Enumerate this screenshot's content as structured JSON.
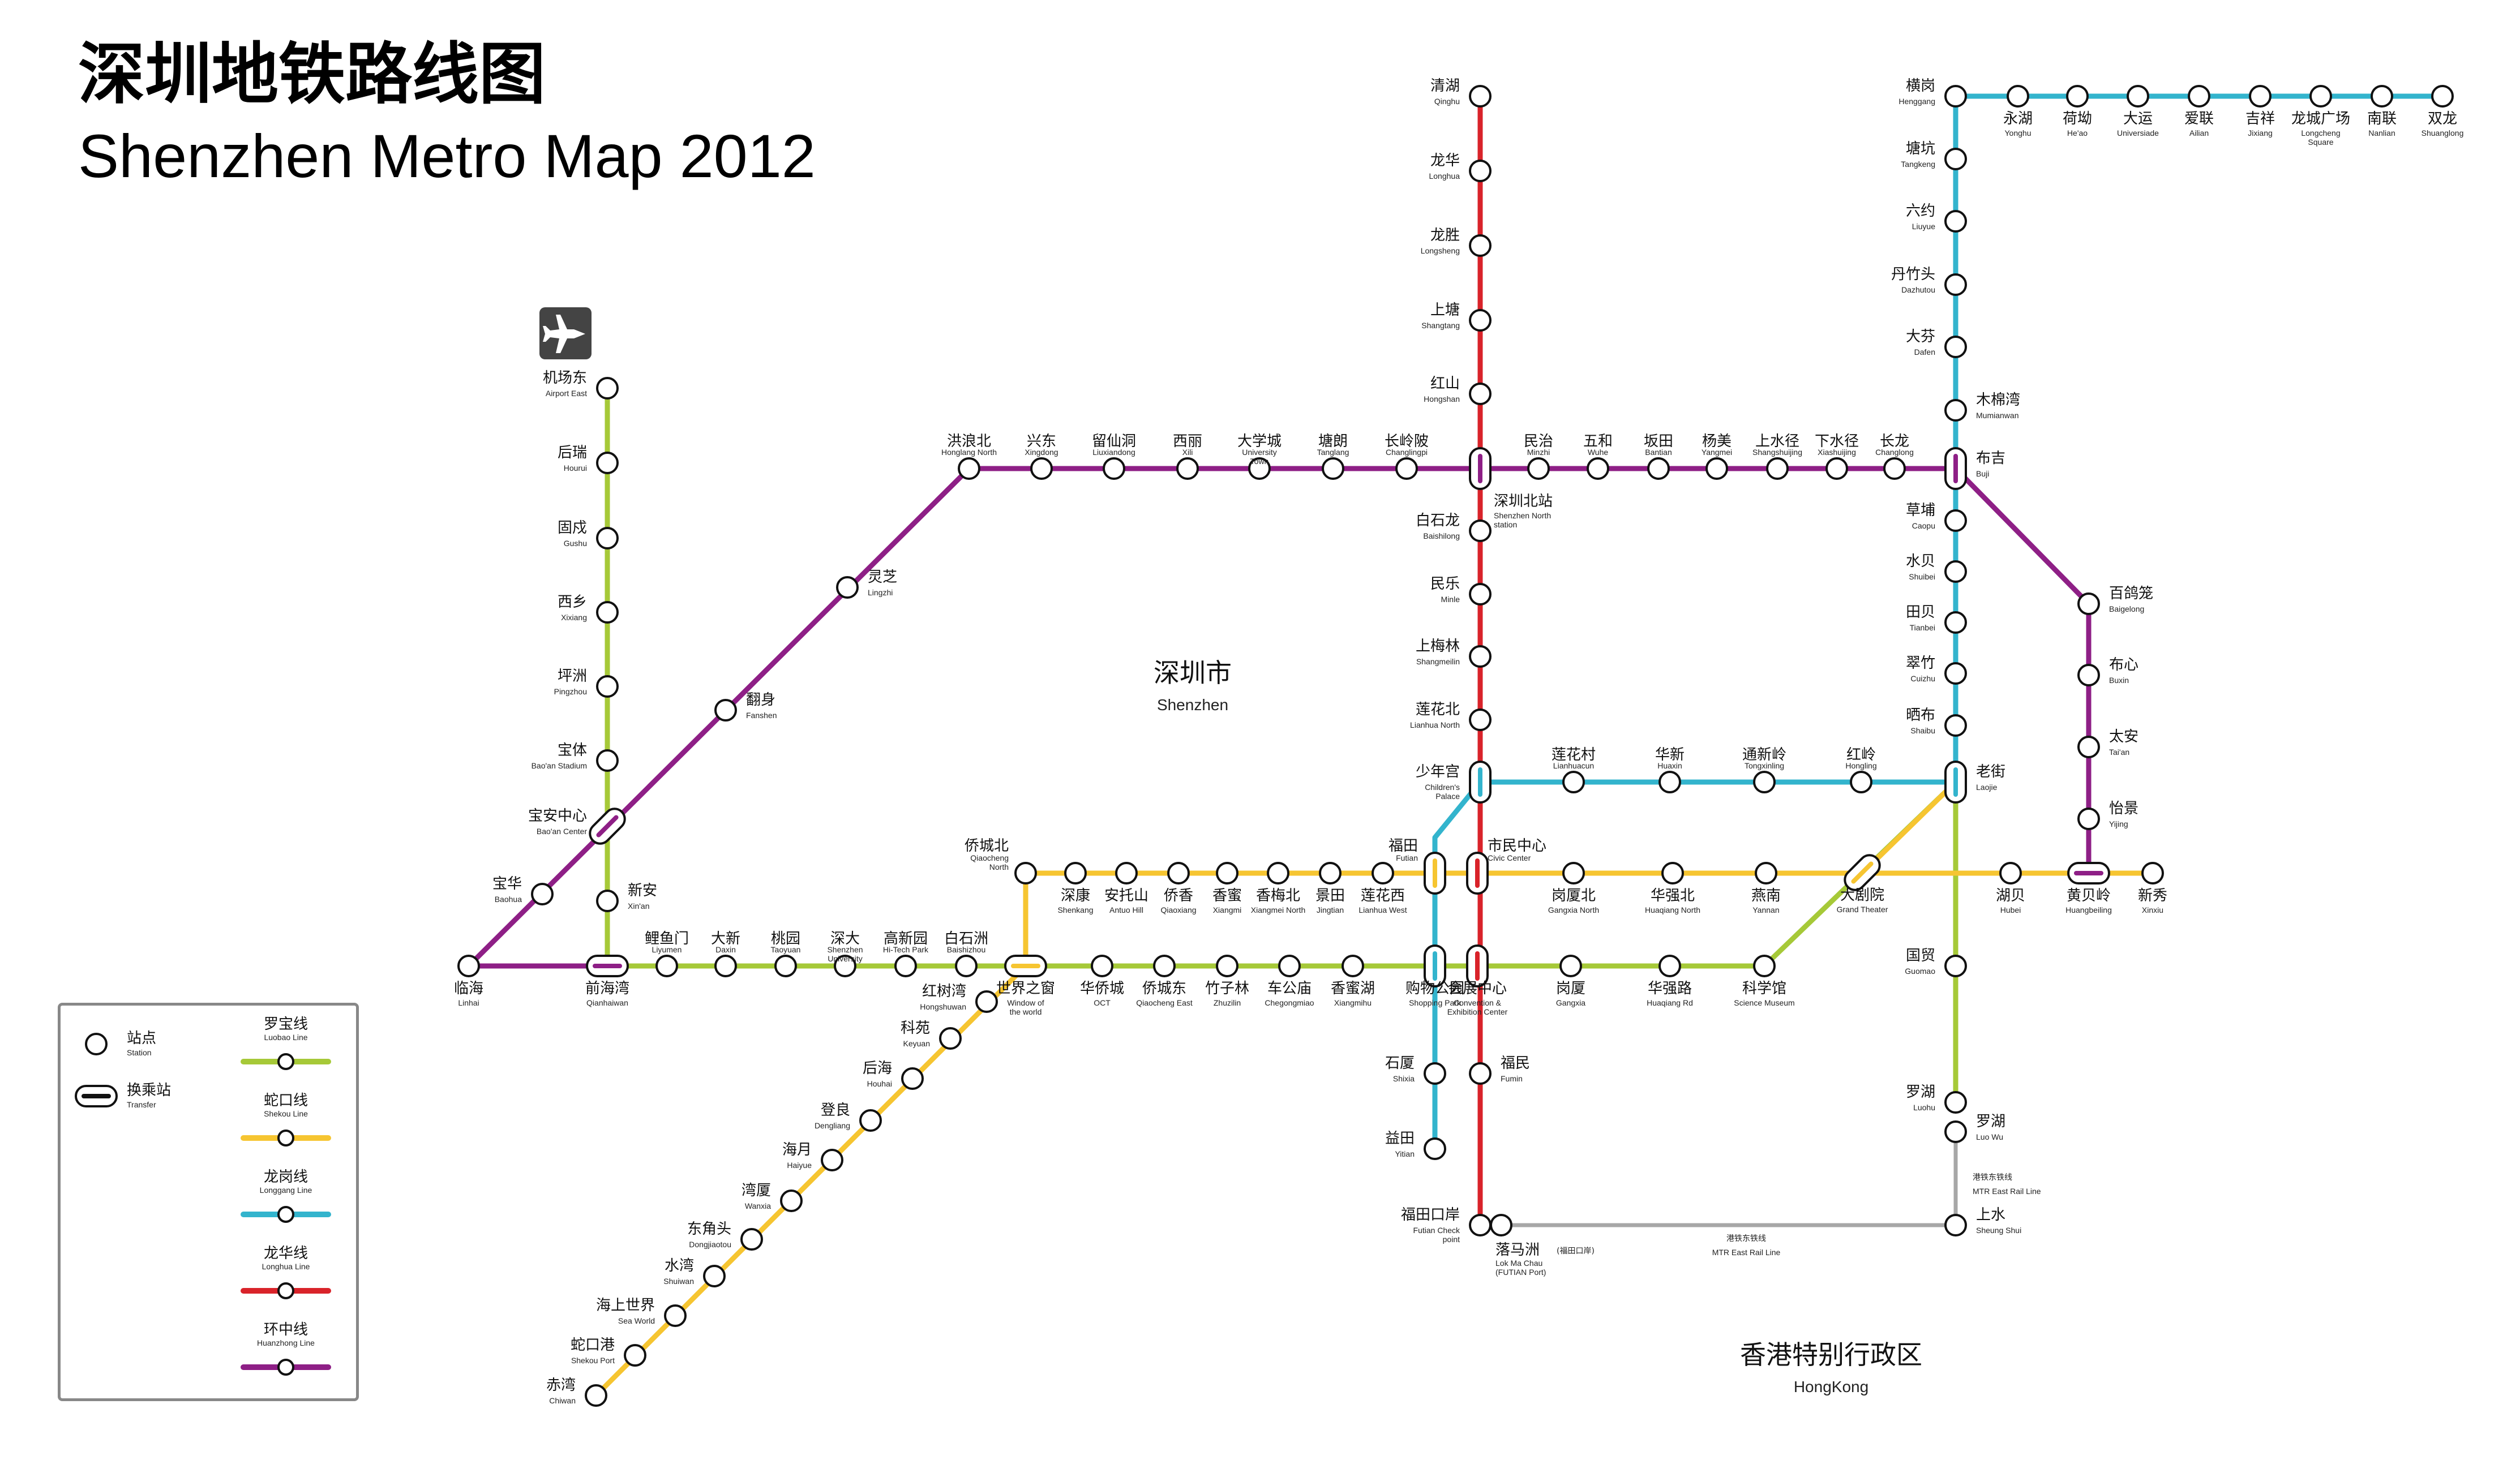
{
  "title": {
    "zh": "深圳地铁路线图",
    "en": "Shenzhen Metro Map 2012"
  },
  "colors": {
    "luobao": "#a6c938",
    "shekou": "#f6c531",
    "longgang": "#33b4cd",
    "longhua": "#d9232a",
    "huanzhong": "#8e1f86",
    "mtr": "#a7a7a7",
    "airport_bg": "#444444"
  },
  "regions": {
    "shenzhen": {
      "zh": "深圳市",
      "en": "Shenzhen"
    },
    "hongkong": {
      "zh": "香港特别行政区",
      "en": "HongKong"
    }
  },
  "mtr_label": {
    "zh": "港铁东铁线",
    "en": "MTR East Rail Line"
  },
  "legend": {
    "station": {
      "zh": "站点",
      "en": "Station"
    },
    "transfer": {
      "zh": "换乘站",
      "en": "Transfer"
    },
    "lines": [
      {
        "zh": "罗宝线",
        "en": "Luobao Line",
        "color": "luobao"
      },
      {
        "zh": "蛇口线",
        "en": "Shekou Line",
        "color": "shekou"
      },
      {
        "zh": "龙岗线",
        "en": "Longgang Line",
        "color": "longgang"
      },
      {
        "zh": "龙华线",
        "en": "Longhua Line",
        "color": "longhua"
      },
      {
        "zh": "环中线",
        "en": "Huanzhong Line",
        "color": "huanzhong"
      }
    ]
  },
  "airport_icon": "airplane-icon",
  "stations": [
    {
      "id": "jichangdong",
      "zh": "机场东",
      "en": "Airport East"
    },
    {
      "id": "hourui",
      "zh": "后瑞",
      "en": "Hourui"
    },
    {
      "id": "gushu",
      "zh": "固戍",
      "en": "Gushu"
    },
    {
      "id": "xixiang",
      "zh": "西乡",
      "en": "Xixiang"
    },
    {
      "id": "pingzhou",
      "zh": "坪洲",
      "en": "Pingzhou"
    },
    {
      "id": "baoti",
      "zh": "宝体",
      "en": "Bao'an Stadium"
    },
    {
      "id": "baoanzhongxin",
      "zh": "宝安中心",
      "en": "Bao'an Center"
    },
    {
      "id": "xinan",
      "zh": "新安",
      "en": "Xin'an"
    },
    {
      "id": "baohua",
      "zh": "宝华",
      "en": "Baohua"
    },
    {
      "id": "linhai",
      "zh": "临海",
      "en": "Linhai"
    },
    {
      "id": "qianhaiwan",
      "zh": "前海湾",
      "en": "Qianhaiwan"
    },
    {
      "id": "fanshen",
      "zh": "翻身",
      "en": "Fanshen"
    },
    {
      "id": "lingzhi",
      "zh": "灵芝",
      "en": "Lingzhi"
    },
    {
      "id": "liyumen",
      "zh": "鲤鱼门",
      "en": "Liyumen"
    },
    {
      "id": "daxin",
      "zh": "大新",
      "en": "Daxin"
    },
    {
      "id": "taoyuan",
      "zh": "桃园",
      "en": "Taoyuan"
    },
    {
      "id": "shenda",
      "zh": "深大",
      "en": "Shenzhen University"
    },
    {
      "id": "gaoxinyuan",
      "zh": "高新园",
      "en": "Hi-Tech Park"
    },
    {
      "id": "baishizhou",
      "zh": "白石洲",
      "en": "Baishizhou"
    },
    {
      "id": "shijiezhichuang",
      "zh": "世界之窗",
      "en": "Window of the world"
    },
    {
      "id": "huaqiaocheng",
      "zh": "华侨城",
      "en": "OCT"
    },
    {
      "id": "qiaochengdong",
      "zh": "侨城东",
      "en": "Qiaocheng East"
    },
    {
      "id": "zhuzilin",
      "zh": "竹子林",
      "en": "Zhuzilin"
    },
    {
      "id": "chegongmiao",
      "zh": "车公庙",
      "en": "Chegongmiao"
    },
    {
      "id": "xiangmihu",
      "zh": "香蜜湖",
      "en": "Xiangmihu"
    },
    {
      "id": "gouwugongyuan",
      "zh": "购物公园",
      "en": "Shopping Park"
    },
    {
      "id": "huizhanzhongxin",
      "zh": "会展中心",
      "en": "Convention & Exhibition Center"
    },
    {
      "id": "gangxia",
      "zh": "岗厦",
      "en": "Gangxia"
    },
    {
      "id": "huaqianglu",
      "zh": "华强路",
      "en": "Huaqiang Rd"
    },
    {
      "id": "kexueguan",
      "zh": "科学馆",
      "en": "Science Museum"
    },
    {
      "id": "dajuyuan",
      "zh": "大剧院",
      "en": "Grand Theater"
    },
    {
      "id": "laojie",
      "zh": "老街",
      "en": "Laojie"
    },
    {
      "id": "guomao",
      "zh": "国贸",
      "en": "Guomao"
    },
    {
      "id": "luohu",
      "zh": "罗湖",
      "en": "Luohu"
    },
    {
      "id": "hongshuwan",
      "zh": "红树湾",
      "en": "Hongshuwan"
    },
    {
      "id": "keyuan",
      "zh": "科苑",
      "en": "Keyuan"
    },
    {
      "id": "houhai",
      "zh": "后海",
      "en": "Houhai"
    },
    {
      "id": "dengliang",
      "zh": "登良",
      "en": "Dengliang"
    },
    {
      "id": "haiyue",
      "zh": "海月",
      "en": "Haiyue"
    },
    {
      "id": "wanxia",
      "zh": "湾厦",
      "en": "Wanxia"
    },
    {
      "id": "dongjiaotou",
      "zh": "东角头",
      "en": "Dongjiaotou"
    },
    {
      "id": "shuiwan",
      "zh": "水湾",
      "en": "Shuiwan"
    },
    {
      "id": "haishangshijie",
      "zh": "海上世界",
      "en": "Sea World"
    },
    {
      "id": "shekougang",
      "zh": "蛇口港",
      "en": "Shekou Port"
    },
    {
      "id": "chiwan",
      "zh": "赤湾",
      "en": "Chiwan"
    },
    {
      "id": "qiaochengbei",
      "zh": "侨城北",
      "en": "Qiaocheng North"
    },
    {
      "id": "shenkang",
      "zh": "深康",
      "en": "Shenkang"
    },
    {
      "id": "antuoshan",
      "zh": "安托山",
      "en": "Antuo Hill"
    },
    {
      "id": "qiaoxiang",
      "zh": "侨香",
      "en": "Qiaoxiang"
    },
    {
      "id": "xiangmi",
      "zh": "香蜜",
      "en": "Xiangmi"
    },
    {
      "id": "xiangmeibei",
      "zh": "香梅北",
      "en": "Xiangmei North"
    },
    {
      "id": "jingtian",
      "zh": "景田",
      "en": "Jingtian"
    },
    {
      "id": "lianhuaxi",
      "zh": "莲花西",
      "en": "Lianhua West"
    },
    {
      "id": "futian",
      "zh": "福田",
      "en": "Futian"
    },
    {
      "id": "shiminzhongxin",
      "zh": "市民中心",
      "en": "Civic Center"
    },
    {
      "id": "gangxiabei",
      "zh": "岗厦北",
      "en": "Gangxia North"
    },
    {
      "id": "huaqiangbei",
      "zh": "华强北",
      "en": "Huaqiang North"
    },
    {
      "id": "yannan",
      "zh": "燕南",
      "en": "Yannan"
    },
    {
      "id": "hubei",
      "zh": "湖贝",
      "en": "Hubei"
    },
    {
      "id": "huangbeiling",
      "zh": "黄贝岭",
      "en": "Huangbeiling"
    },
    {
      "id": "xinxiu",
      "zh": "新秀",
      "en": "Xinxiu"
    },
    {
      "id": "qinghu",
      "zh": "清湖",
      "en": "Qinghu"
    },
    {
      "id": "longhua",
      "zh": "龙华",
      "en": "Longhua"
    },
    {
      "id": "longsheng",
      "zh": "龙胜",
      "en": "Longsheng"
    },
    {
      "id": "shangtang",
      "zh": "上塘",
      "en": "Shangtang"
    },
    {
      "id": "hongshan",
      "zh": "红山",
      "en": "Hongshan"
    },
    {
      "id": "shenzhenbeizhan",
      "zh": "深圳北站",
      "en": "Shenzhen North station"
    },
    {
      "id": "baishilong",
      "zh": "白石龙",
      "en": "Baishilong"
    },
    {
      "id": "minle",
      "zh": "民乐",
      "en": "Minle"
    },
    {
      "id": "shangmeilin",
      "zh": "上梅林",
      "en": "Shangmeilin"
    },
    {
      "id": "lianhuabei",
      "zh": "莲花北",
      "en": "Lianhua North"
    },
    {
      "id": "shaoniangong",
      "zh": "少年宫",
      "en": "Children's Palace"
    },
    {
      "id": "fumin",
      "zh": "福民",
      "en": "Fumin"
    },
    {
      "id": "futiankouan",
      "zh": "福田口岸",
      "en": "Futian Check point"
    },
    {
      "id": "shixia",
      "zh": "石厦",
      "en": "Shixia"
    },
    {
      "id": "yitian",
      "zh": "益田",
      "en": "Yitian"
    },
    {
      "id": "lianhuacun",
      "zh": "莲花村",
      "en": "Lianhuacun"
    },
    {
      "id": "huaxin",
      "zh": "华新",
      "en": "Huaxin"
    },
    {
      "id": "tongxinling",
      "zh": "通新岭",
      "en": "Tongxinling"
    },
    {
      "id": "hongling",
      "zh": "红岭",
      "en": "Hongling"
    },
    {
      "id": "honglangbei",
      "zh": "洪浪北",
      "en": "Honglang North"
    },
    {
      "id": "xingdong",
      "zh": "兴东",
      "en": "Xingdong"
    },
    {
      "id": "liuxiandong",
      "zh": "留仙洞",
      "en": "Liuxiandong"
    },
    {
      "id": "xili",
      "zh": "西丽",
      "en": "Xili"
    },
    {
      "id": "daxuecheng",
      "zh": "大学城",
      "en": "University Town"
    },
    {
      "id": "tanglang",
      "zh": "塘朗",
      "en": "Tanglang"
    },
    {
      "id": "changlingpi",
      "zh": "长岭陂",
      "en": "Changlingpi"
    },
    {
      "id": "minzhi",
      "zh": "民治",
      "en": "Minzhi"
    },
    {
      "id": "wuhe",
      "zh": "五和",
      "en": "Wuhe"
    },
    {
      "id": "bantian",
      "zh": "坂田",
      "en": "Bantian"
    },
    {
      "id": "yangmei",
      "zh": "杨美",
      "en": "Yangmei"
    },
    {
      "id": "shangshuijing",
      "zh": "上水径",
      "en": "Shangshuijing"
    },
    {
      "id": "xiashuijing",
      "zh": "下水径",
      "en": "Xiashuijing"
    },
    {
      "id": "changlong",
      "zh": "长龙",
      "en": "Changlong"
    },
    {
      "id": "buji",
      "zh": "布吉",
      "en": "Buji"
    },
    {
      "id": "baigelong",
      "zh": "百鸽笼",
      "en": "Baigelong"
    },
    {
      "id": "buxin",
      "zh": "布心",
      "en": "Buxin"
    },
    {
      "id": "taian",
      "zh": "太安",
      "en": "Tai'an"
    },
    {
      "id": "yijing",
      "zh": "怡景",
      "en": "Yijing"
    },
    {
      "id": "henggang",
      "zh": "横岗",
      "en": "Henggang"
    },
    {
      "id": "yonghu",
      "zh": "永湖",
      "en": "Yonghu"
    },
    {
      "id": "heao",
      "zh": "荷坳",
      "en": "He'ao"
    },
    {
      "id": "dayun",
      "zh": "大运",
      "en": "Universiade"
    },
    {
      "id": "ailian",
      "zh": "爱联",
      "en": "Ailian"
    },
    {
      "id": "jixiang",
      "zh": "吉祥",
      "en": "Jixiang"
    },
    {
      "id": "longchengguangchang",
      "zh": "龙城广场",
      "en": "Longcheng Square"
    },
    {
      "id": "nanlian",
      "zh": "南联",
      "en": "Nanlian"
    },
    {
      "id": "shuanglong",
      "zh": "双龙",
      "en": "Shuanglong"
    },
    {
      "id": "tangkeng",
      "zh": "塘坑",
      "en": "Tangkeng"
    },
    {
      "id": "liuyue",
      "zh": "六约",
      "en": "Liuyue"
    },
    {
      "id": "danzhutou",
      "zh": "丹竹头",
      "en": "Dazhutou"
    },
    {
      "id": "dafen",
      "zh": "大芬",
      "en": "Dafen"
    },
    {
      "id": "mumianwan",
      "zh": "木棉湾",
      "en": "Mumianwan"
    },
    {
      "id": "caopu",
      "zh": "草埔",
      "en": "Caopu"
    },
    {
      "id": "shuibei",
      "zh": "水贝",
      "en": "Shuibei"
    },
    {
      "id": "tianbei",
      "zh": "田贝",
      "en": "Tianbei"
    },
    {
      "id": "cuizhu",
      "zh": "翠竹",
      "en": "Cuizhu"
    },
    {
      "id": "shaibu",
      "zh": "晒布",
      "en": "Shaibu"
    },
    {
      "id": "luowu",
      "zh": "罗湖",
      "en": "Luo Wu"
    },
    {
      "id": "shangshui",
      "zh": "上水",
      "en": "Sheung Shui"
    },
    {
      "id": "lokmachau",
      "zh": "落马洲",
      "en": "Lok Ma Chau (FUTIAN Port)",
      "zh_note": "(福田口岸)"
    }
  ]
}
